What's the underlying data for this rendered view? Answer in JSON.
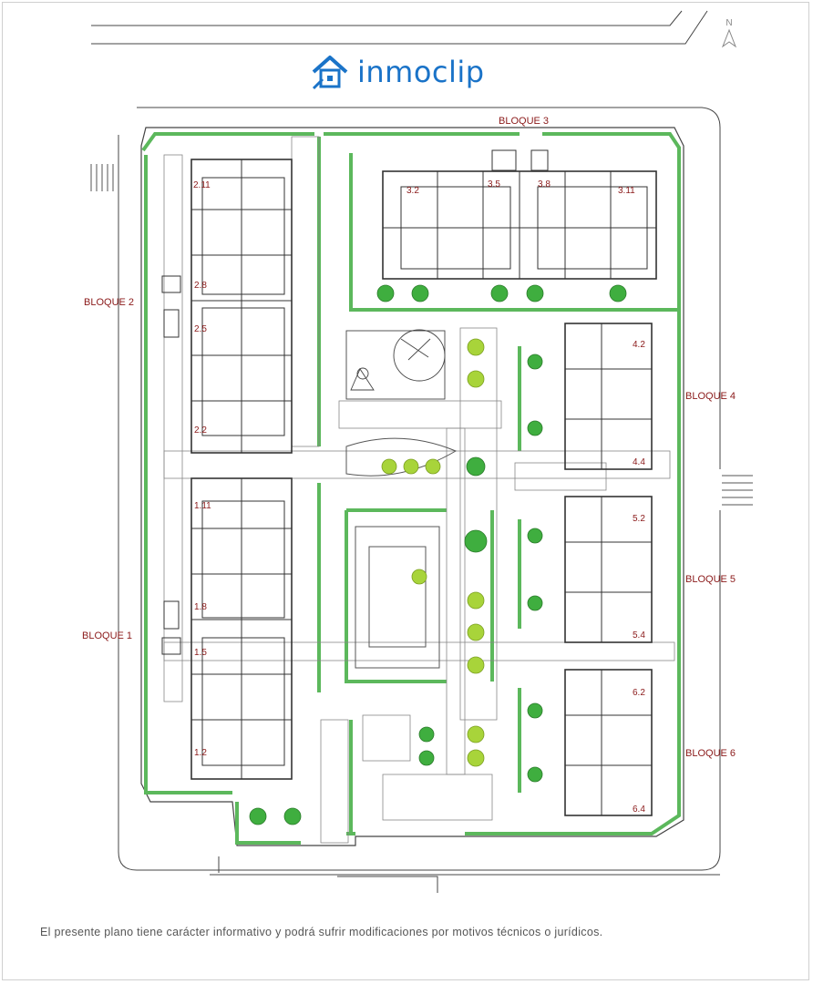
{
  "brand": {
    "name": "inmoclip",
    "color": "#1a73c8"
  },
  "north_label": "N",
  "footer_note": "El presente plano tiene carácter informativo y podrá sufrir modificaciones por motivos técnicos o jurídicos.",
  "blocks": [
    "BLOQUE 1",
    "BLOQUE 2",
    "BLOQUE 3",
    "BLOQUE 4",
    "BLOQUE 5",
    "BLOQUE 6"
  ],
  "units": {
    "bloque1": [
      "1.11",
      "1.8",
      "1.5",
      "1.2"
    ],
    "bloque2": [
      "2.11",
      "2.8",
      "2.5",
      "2.2"
    ],
    "bloque3": [
      "3.2",
      "3.5",
      "3.8",
      "3.11"
    ],
    "bloque4": [
      "4.2",
      "4.4"
    ],
    "bloque5": [
      "5.2",
      "5.4"
    ],
    "bloque6": [
      "6.2",
      "6.4"
    ]
  },
  "colors": {
    "hedge": "#5cb85c",
    "line": "#333333",
    "label": "#8b1a1a",
    "tree": "#3fae3f",
    "palm": "#a8d43a"
  },
  "icons": {
    "logo": "house-icon",
    "north": "north-arrow-icon"
  }
}
